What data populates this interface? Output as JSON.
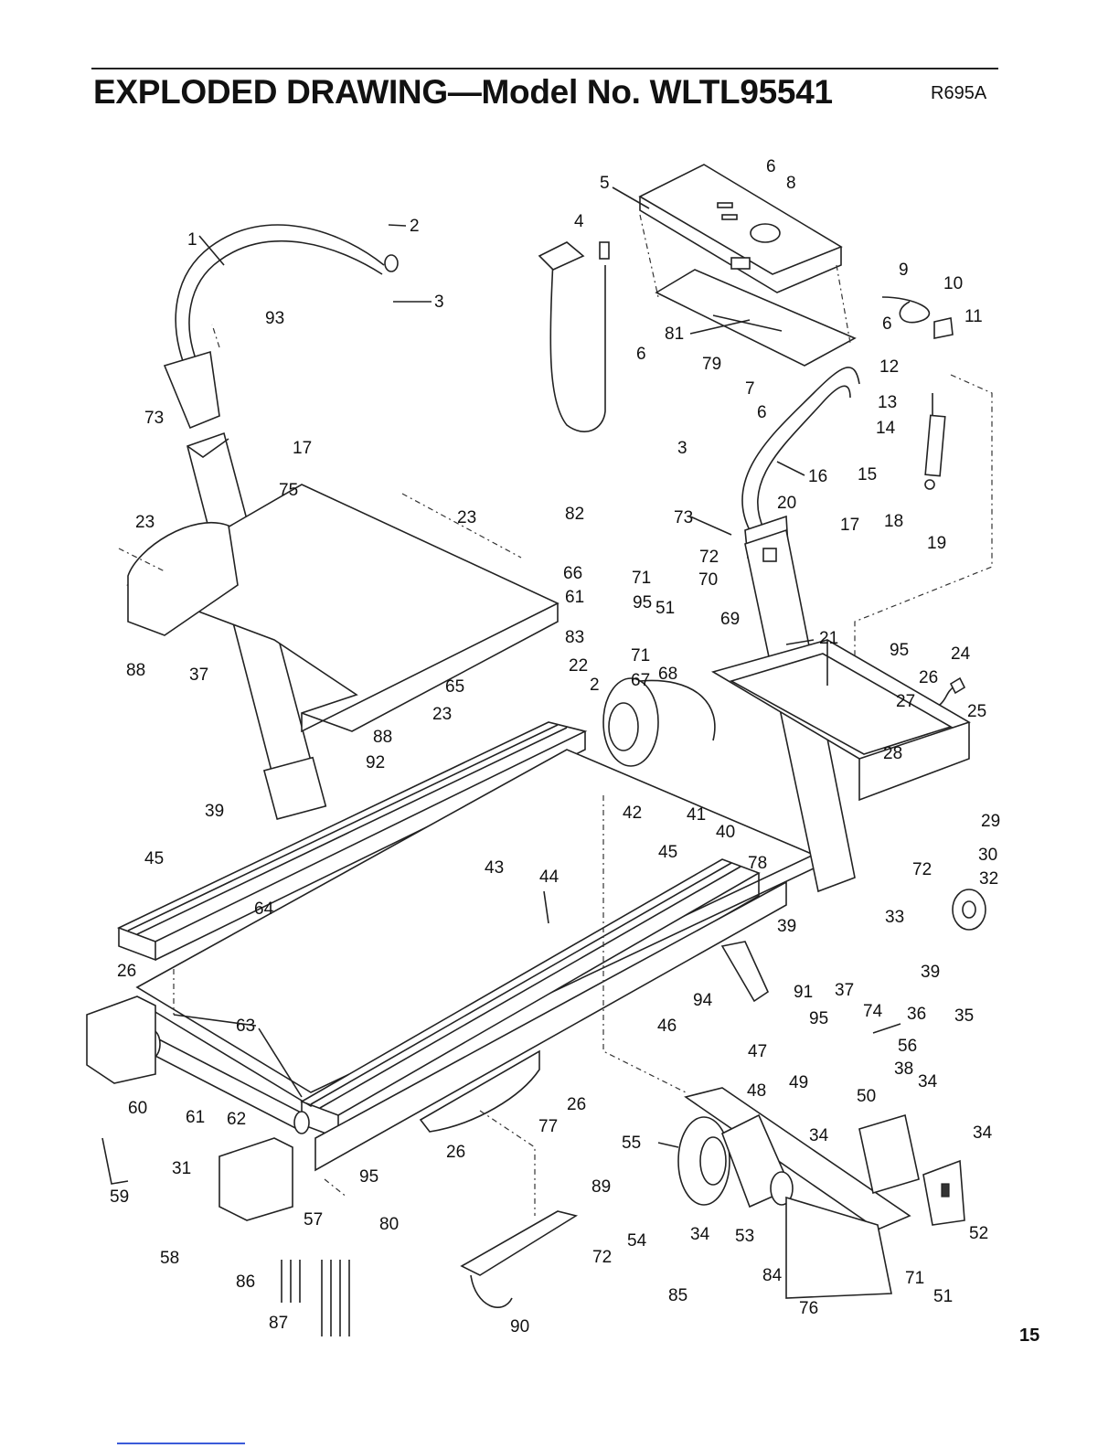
{
  "header": {
    "title": "EXPLODED DRAWING—Model No. WLTL95541",
    "code": "R695A"
  },
  "page_number": "15",
  "part_labels": [
    {
      "id": "l1",
      "text": "1"
    },
    {
      "id": "l2",
      "text": "2"
    },
    {
      "id": "l3",
      "text": "3"
    },
    {
      "id": "l93",
      "text": "93"
    },
    {
      "id": "l73a",
      "text": "73"
    },
    {
      "id": "l17a",
      "text": "17"
    },
    {
      "id": "l75",
      "text": "75"
    },
    {
      "id": "l23a",
      "text": "23"
    },
    {
      "id": "l23b",
      "text": "23"
    },
    {
      "id": "l88a",
      "text": "88"
    },
    {
      "id": "l65",
      "text": "65"
    },
    {
      "id": "l23c",
      "text": "23"
    },
    {
      "id": "l88b",
      "text": "88"
    },
    {
      "id": "l37a",
      "text": "37"
    },
    {
      "id": "l92",
      "text": "92"
    },
    {
      "id": "l39a",
      "text": "39"
    },
    {
      "id": "l45a",
      "text": "45"
    },
    {
      "id": "l64",
      "text": "64"
    },
    {
      "id": "l26a",
      "text": "26"
    },
    {
      "id": "l63",
      "text": "63"
    },
    {
      "id": "l60",
      "text": "60"
    },
    {
      "id": "l61b",
      "text": "61"
    },
    {
      "id": "l62",
      "text": "62"
    },
    {
      "id": "l59",
      "text": "59"
    },
    {
      "id": "l31",
      "text": "31"
    },
    {
      "id": "l58",
      "text": "58"
    },
    {
      "id": "l57",
      "text": "57"
    },
    {
      "id": "l95c",
      "text": "95"
    },
    {
      "id": "l80",
      "text": "80"
    },
    {
      "id": "l86",
      "text": "86"
    },
    {
      "id": "l87",
      "text": "87"
    },
    {
      "id": "l4",
      "text": "4"
    },
    {
      "id": "l5",
      "text": "5"
    },
    {
      "id": "l6a",
      "text": "6"
    },
    {
      "id": "l8",
      "text": "8"
    },
    {
      "id": "l81",
      "text": "81"
    },
    {
      "id": "l6b",
      "text": "6"
    },
    {
      "id": "l79",
      "text": "79"
    },
    {
      "id": "l7",
      "text": "7"
    },
    {
      "id": "l6c",
      "text": "6"
    },
    {
      "id": "l6d",
      "text": "6"
    },
    {
      "id": "l3b",
      "text": "3"
    },
    {
      "id": "l9",
      "text": "9"
    },
    {
      "id": "l10",
      "text": "10"
    },
    {
      "id": "l11",
      "text": "11"
    },
    {
      "id": "l12",
      "text": "12"
    },
    {
      "id": "l13",
      "text": "13"
    },
    {
      "id": "l14",
      "text": "14"
    },
    {
      "id": "l15",
      "text": "15"
    },
    {
      "id": "l16",
      "text": "16"
    },
    {
      "id": "l20",
      "text": "20"
    },
    {
      "id": "l17b",
      "text": "17"
    },
    {
      "id": "l18",
      "text": "18"
    },
    {
      "id": "l19",
      "text": "19"
    },
    {
      "id": "l82",
      "text": "82"
    },
    {
      "id": "l73b",
      "text": "73"
    },
    {
      "id": "l72a",
      "text": "72"
    },
    {
      "id": "l66",
      "text": "66"
    },
    {
      "id": "l71a",
      "text": "71"
    },
    {
      "id": "l70",
      "text": "70"
    },
    {
      "id": "l61a",
      "text": "61"
    },
    {
      "id": "l95a",
      "text": "95"
    },
    {
      "id": "l51a",
      "text": "51"
    },
    {
      "id": "l83",
      "text": "83"
    },
    {
      "id": "l71b",
      "text": "71"
    },
    {
      "id": "l69",
      "text": "69"
    },
    {
      "id": "l21",
      "text": "21"
    },
    {
      "id": "l22",
      "text": "22"
    },
    {
      "id": "l67",
      "text": "67"
    },
    {
      "id": "l68",
      "text": "68"
    },
    {
      "id": "l2b",
      "text": "2"
    },
    {
      "id": "l95b",
      "text": "95"
    },
    {
      "id": "l24",
      "text": "24"
    },
    {
      "id": "l26b",
      "text": "26"
    },
    {
      "id": "l27",
      "text": "27"
    },
    {
      "id": "l25",
      "text": "25"
    },
    {
      "id": "l28",
      "text": "28"
    },
    {
      "id": "l42",
      "text": "42"
    },
    {
      "id": "l41",
      "text": "41"
    },
    {
      "id": "l40",
      "text": "40"
    },
    {
      "id": "l29",
      "text": "29"
    },
    {
      "id": "l43",
      "text": "43"
    },
    {
      "id": "l44",
      "text": "44"
    },
    {
      "id": "l45b",
      "text": "45"
    },
    {
      "id": "l78",
      "text": "78"
    },
    {
      "id": "l30",
      "text": "30"
    },
    {
      "id": "l72b",
      "text": "72"
    },
    {
      "id": "l32",
      "text": "32"
    },
    {
      "id": "l33",
      "text": "33"
    },
    {
      "id": "l39b",
      "text": "39"
    },
    {
      "id": "l39c",
      "text": "39"
    },
    {
      "id": "l37b",
      "text": "37"
    },
    {
      "id": "l74",
      "text": "74"
    },
    {
      "id": "l36",
      "text": "36"
    },
    {
      "id": "l35",
      "text": "35"
    },
    {
      "id": "l94",
      "text": "94"
    },
    {
      "id": "l91",
      "text": "91"
    },
    {
      "id": "l46",
      "text": "46"
    },
    {
      "id": "l95d",
      "text": "95"
    },
    {
      "id": "l56",
      "text": "56"
    },
    {
      "id": "l38",
      "text": "38"
    },
    {
      "id": "l34a",
      "text": "34"
    },
    {
      "id": "l47",
      "text": "47"
    },
    {
      "id": "l48",
      "text": "48"
    },
    {
      "id": "l49",
      "text": "49"
    },
    {
      "id": "l50",
      "text": "50"
    },
    {
      "id": "l34b",
      "text": "34"
    },
    {
      "id": "l26c",
      "text": "26"
    },
    {
      "id": "l77",
      "text": "77"
    },
    {
      "id": "l26d",
      "text": "26"
    },
    {
      "id": "l55",
      "text": "55"
    },
    {
      "id": "l34c",
      "text": "34"
    },
    {
      "id": "l52",
      "text": "52"
    },
    {
      "id": "l89",
      "text": "89"
    },
    {
      "id": "l54",
      "text": "54"
    },
    {
      "id": "l34d",
      "text": "34"
    },
    {
      "id": "l53",
      "text": "53"
    },
    {
      "id": "l71c",
      "text": "71"
    },
    {
      "id": "l51b",
      "text": "51"
    },
    {
      "id": "l72c",
      "text": "72"
    },
    {
      "id": "l85",
      "text": "85"
    },
    {
      "id": "l84",
      "text": "84"
    },
    {
      "id": "l76",
      "text": "76"
    },
    {
      "id": "l90",
      "text": "90"
    }
  ]
}
